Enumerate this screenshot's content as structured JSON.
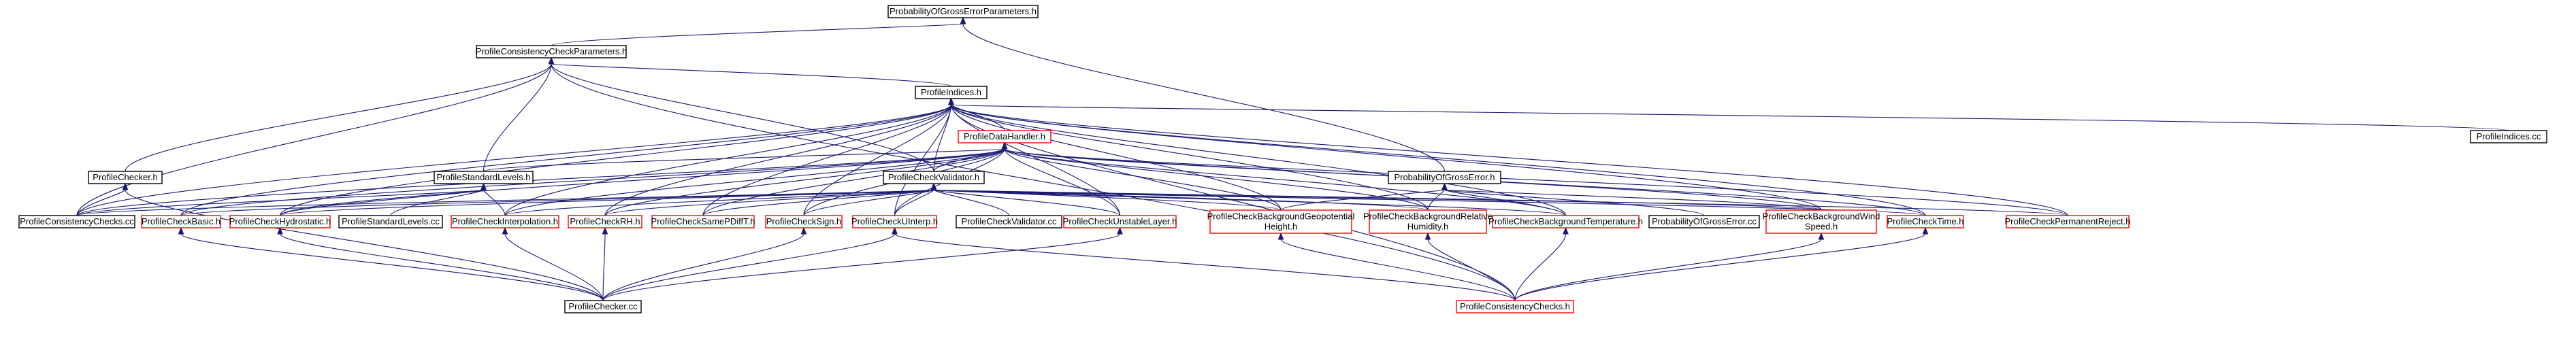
{
  "colors": {
    "edge": "#191970",
    "border_default": "#000000",
    "border_incomplete": "#ff0000",
    "root_fill": "#bfbfbf",
    "node_fill": "#ffffff"
  },
  "nodes": [
    {
      "id": "root",
      "lines": [
        "ProbabilityOfGrossErrorParameters.h"
      ],
      "style": "root"
    },
    {
      "id": "pccp",
      "lines": [
        "ProfileConsistencyCheckParameters.h"
      ],
      "style": "normal"
    },
    {
      "id": "pidx",
      "lines": [
        "ProfileIndices.h"
      ],
      "style": "normal"
    },
    {
      "id": "pidxcc",
      "lines": [
        "ProfileIndices.cc"
      ],
      "style": "normal"
    },
    {
      "id": "pdh",
      "lines": [
        "ProfileDataHandler.h"
      ],
      "style": "red"
    },
    {
      "id": "pchecker_h",
      "lines": [
        "ProfileChecker.h"
      ],
      "style": "normal"
    },
    {
      "id": "pstd",
      "lines": [
        "ProfileStandardLevels.h"
      ],
      "style": "normal"
    },
    {
      "id": "pcv",
      "lines": [
        "ProfileCheckValidator.h"
      ],
      "style": "normal"
    },
    {
      "id": "poge",
      "lines": [
        "ProbabilityOfGrossError.h"
      ],
      "style": "normal"
    },
    {
      "id": "pcc_cc",
      "lines": [
        "ProfileConsistencyChecks.cc"
      ],
      "style": "normal"
    },
    {
      "id": "pcb",
      "lines": [
        "ProfileCheckBasic.h"
      ],
      "style": "red"
    },
    {
      "id": "pch",
      "lines": [
        "ProfileCheckHydrostatic.h"
      ],
      "style": "red"
    },
    {
      "id": "psl_cc",
      "lines": [
        "ProfileStandardLevels.cc"
      ],
      "style": "normal"
    },
    {
      "id": "pci",
      "lines": [
        "ProfileCheckInterpolation.h"
      ],
      "style": "red"
    },
    {
      "id": "pcrh",
      "lines": [
        "ProfileCheckRH.h"
      ],
      "style": "red"
    },
    {
      "id": "pcsp",
      "lines": [
        "ProfileCheckSamePDiffT.h"
      ],
      "style": "red"
    },
    {
      "id": "pcs",
      "lines": [
        "ProfileCheckSign.h"
      ],
      "style": "red"
    },
    {
      "id": "pcu",
      "lines": [
        "ProfileCheckUInterp.h"
      ],
      "style": "red"
    },
    {
      "id": "pcv_cc",
      "lines": [
        "ProfileCheckValidator.cc"
      ],
      "style": "normal"
    },
    {
      "id": "pcul",
      "lines": [
        "ProfileCheckUnstableLayer.h"
      ],
      "style": "red"
    },
    {
      "id": "pcbgh",
      "lines": [
        "ProfileCheckBackgroundGeopotential",
        "Height.h"
      ],
      "style": "red"
    },
    {
      "id": "pcbrh",
      "lines": [
        "ProfileCheckBackgroundRelative",
        "Humidity.h"
      ],
      "style": "red"
    },
    {
      "id": "pcbt",
      "lines": [
        "ProfileCheckBackgroundTemperature.h"
      ],
      "style": "red"
    },
    {
      "id": "poge_cc",
      "lines": [
        "ProbabilityOfGrossError.cc"
      ],
      "style": "normal"
    },
    {
      "id": "pcbw",
      "lines": [
        "ProfileCheckBackgroundWind",
        "Speed.h"
      ],
      "style": "red"
    },
    {
      "id": "pct",
      "lines": [
        "ProfileCheckTime.h"
      ],
      "style": "red"
    },
    {
      "id": "pcpr",
      "lines": [
        "ProfileCheckPermanentReject.h"
      ],
      "style": "red"
    },
    {
      "id": "pchecker_cc",
      "lines": [
        "ProfileChecker.cc"
      ],
      "style": "normal"
    },
    {
      "id": "pcc_h",
      "lines": [
        "ProfileConsistencyChecks.h"
      ],
      "style": "red"
    }
  ],
  "edges": [
    [
      "pccp",
      "root"
    ],
    [
      "poge",
      "root"
    ],
    [
      "pidx",
      "pccp"
    ],
    [
      "pchecker_h",
      "pccp"
    ],
    [
      "pstd",
      "pccp"
    ],
    [
      "pcv",
      "pccp"
    ],
    [
      "pcc_cc",
      "pccp"
    ],
    [
      "pcc_h",
      "pccp"
    ],
    [
      "pidxcc",
      "pidx"
    ],
    [
      "pdh",
      "pidx"
    ],
    [
      "pcv",
      "pidx"
    ],
    [
      "pcc_cc",
      "pidx"
    ],
    [
      "pcb",
      "pidx"
    ],
    [
      "pch",
      "pidx"
    ],
    [
      "pci",
      "pidx"
    ],
    [
      "pcrh",
      "pidx"
    ],
    [
      "pcsp",
      "pidx"
    ],
    [
      "pcs",
      "pidx"
    ],
    [
      "pcu",
      "pidx"
    ],
    [
      "pcul",
      "pidx"
    ],
    [
      "pcbgh",
      "pidx"
    ],
    [
      "pcbrh",
      "pidx"
    ],
    [
      "pcbt",
      "pidx"
    ],
    [
      "pcbw",
      "pidx"
    ],
    [
      "pct",
      "pidx"
    ],
    [
      "pcpr",
      "pidx"
    ],
    [
      "pcc_h",
      "pidx"
    ],
    [
      "pcc_cc",
      "pdh"
    ],
    [
      "pcb",
      "pdh"
    ],
    [
      "pch",
      "pdh"
    ],
    [
      "pci",
      "pdh"
    ],
    [
      "pcrh",
      "pdh"
    ],
    [
      "pcsp",
      "pdh"
    ],
    [
      "pcs",
      "pdh"
    ],
    [
      "pcu",
      "pdh"
    ],
    [
      "pcul",
      "pdh"
    ],
    [
      "pcbgh",
      "pdh"
    ],
    [
      "pcbrh",
      "pdh"
    ],
    [
      "pcbt",
      "pdh"
    ],
    [
      "pcbw",
      "pdh"
    ],
    [
      "pct",
      "pdh"
    ],
    [
      "pcpr",
      "pdh"
    ],
    [
      "pcv",
      "pdh"
    ],
    [
      "pstd",
      "pdh"
    ],
    [
      "pcc_cc",
      "pchecker_h"
    ],
    [
      "pchecker_cc",
      "pchecker_h"
    ],
    [
      "pcc_cc",
      "pstd"
    ],
    [
      "pch",
      "pstd"
    ],
    [
      "psl_cc",
      "pstd"
    ],
    [
      "pci",
      "pstd"
    ],
    [
      "pcc_cc",
      "pcv"
    ],
    [
      "pcb",
      "pcv"
    ],
    [
      "pch",
      "pcv"
    ],
    [
      "pci",
      "pcv"
    ],
    [
      "pcrh",
      "pcv"
    ],
    [
      "pcsp",
      "pcv"
    ],
    [
      "pcs",
      "pcv"
    ],
    [
      "pcu",
      "pcv"
    ],
    [
      "pcv_cc",
      "pcv"
    ],
    [
      "pcul",
      "pcv"
    ],
    [
      "pcbgh",
      "pcv"
    ],
    [
      "pcbrh",
      "pcv"
    ],
    [
      "pcbt",
      "pcv"
    ],
    [
      "pcbw",
      "pcv"
    ],
    [
      "pct",
      "pcv"
    ],
    [
      "pcpr",
      "pcv"
    ],
    [
      "pcbgh",
      "poge"
    ],
    [
      "pcbrh",
      "poge"
    ],
    [
      "pcbt",
      "poge"
    ],
    [
      "poge_cc",
      "poge"
    ],
    [
      "pcbw",
      "poge"
    ],
    [
      "pchecker_cc",
      "pcb"
    ],
    [
      "pchecker_cc",
      "pch"
    ],
    [
      "pchecker_cc",
      "pci"
    ],
    [
      "pchecker_cc",
      "pcrh"
    ],
    [
      "pchecker_cc",
      "pcs"
    ],
    [
      "pchecker_cc",
      "pcu"
    ],
    [
      "pchecker_cc",
      "pcul"
    ],
    [
      "pcc_h",
      "pcu"
    ],
    [
      "pcc_h",
      "pcbgh"
    ],
    [
      "pcc_h",
      "pcbrh"
    ],
    [
      "pcc_h",
      "pcbt"
    ],
    [
      "pcc_h",
      "pcbw"
    ],
    [
      "pcc_h",
      "pct"
    ]
  ]
}
